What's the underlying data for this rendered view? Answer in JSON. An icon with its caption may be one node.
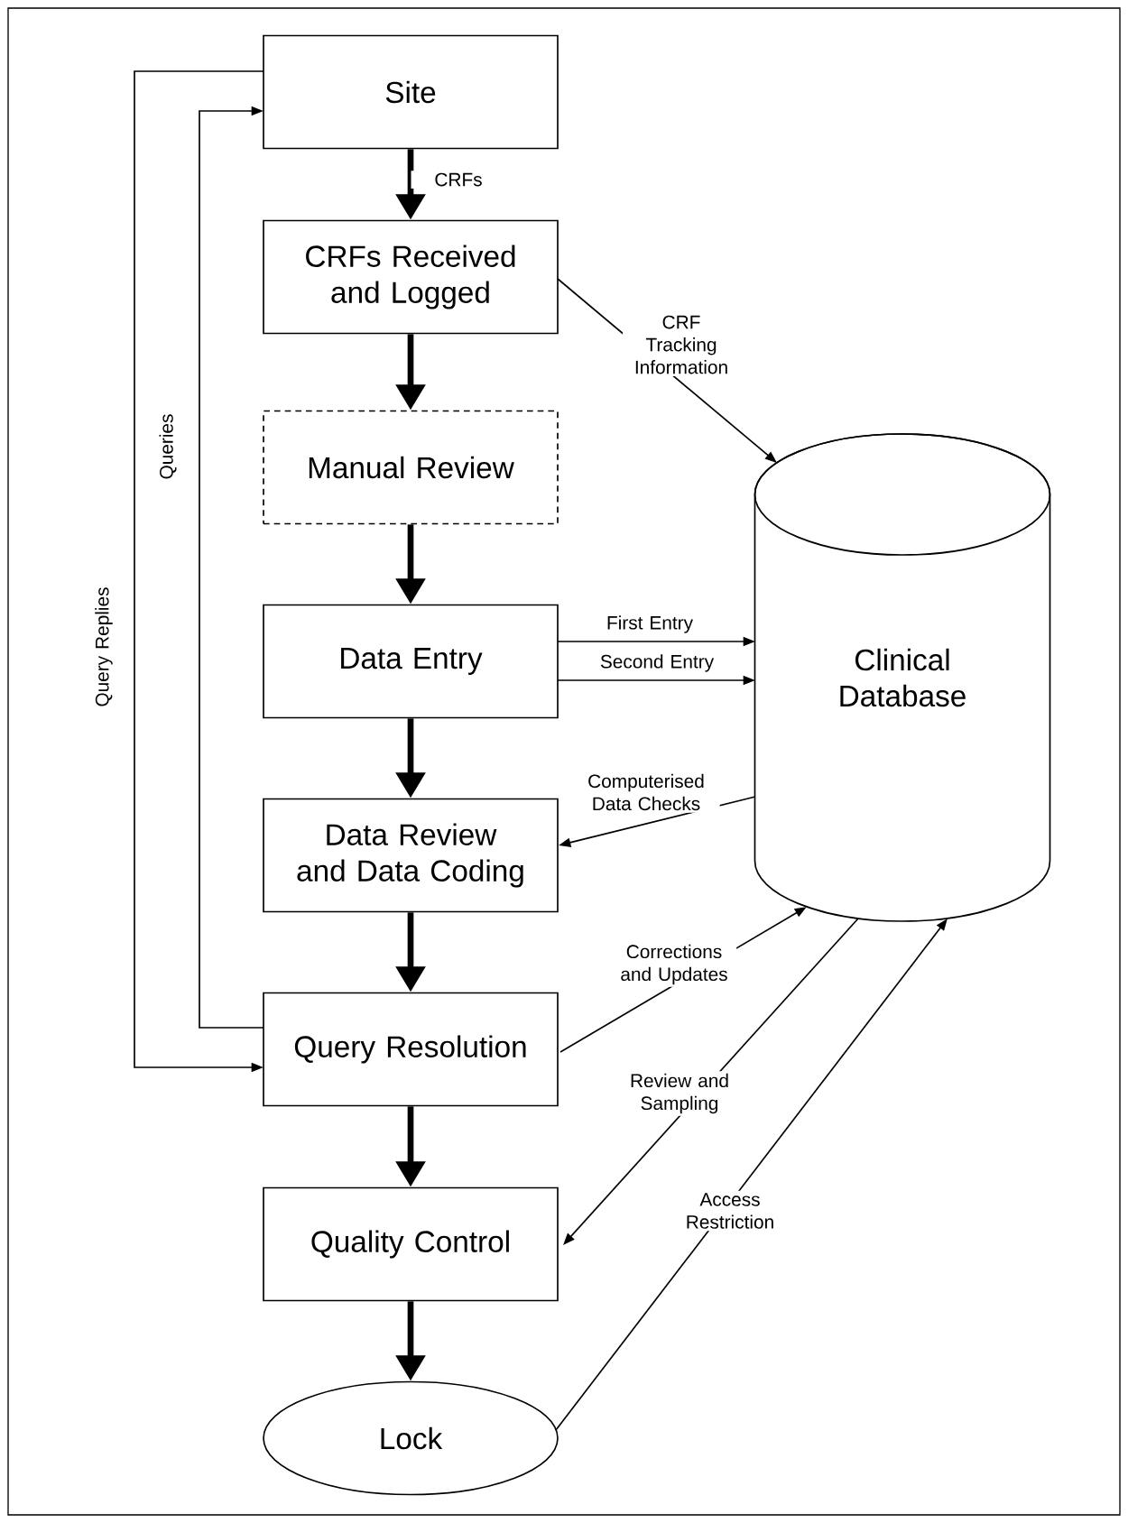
{
  "diagram": {
    "nodes": [
      {
        "text": [
          "Site"
        ]
      },
      {
        "text": [
          "CRFs Received and Logged"
        ]
      },
      {
        "text": [
          "Manual Review"
        ]
      },
      {
        "text": [
          "Data Entry"
        ]
      },
      {
        "text": [
          "Data Review and Data Coding"
        ]
      },
      {
        "text": [
          "Query Resolution"
        ]
      },
      {
        "text": [
          "Quality Control"
        ]
      },
      {
        "text": [
          "Lock"
        ]
      },
      {
        "text": [
          "Clinical Database"
        ]
      }
    ],
    "edges": [
      {
        "from": 0,
        "to": 1,
        "arrow": "to",
        "style": "thick",
        "label": "CRFs"
      },
      {
        "from": 1,
        "to": 2,
        "arrow": "to",
        "style": "thick"
      },
      {
        "from": 2,
        "to": 3,
        "arrow": "to",
        "style": "thick"
      },
      {
        "from": 3,
        "to": 4,
        "arrow": "to",
        "style": "thick"
      },
      {
        "from": 4,
        "to": 5,
        "arrow": "to",
        "style": "thick"
      },
      {
        "from": 5,
        "to": 6,
        "arrow": "to",
        "style": "thick"
      },
      {
        "from": 6,
        "to": 7,
        "arrow": "to",
        "style": "thick"
      },
      {
        "from": 1,
        "to": 8,
        "arrow": "to",
        "label": "CRF Tracking Information"
      },
      {
        "from": 3,
        "to": 8,
        "arrow": "to",
        "label": "First Entry"
      },
      {
        "from": 3,
        "to": 8,
        "arrow": "to",
        "label": "Second Entry"
      },
      {
        "from": 8,
        "to": 4,
        "arrow": "to",
        "label": "Computerised Data Checks"
      },
      {
        "from": 5,
        "to": 8,
        "arrow": "to",
        "label": "Corrections and Updates"
      },
      {
        "from": 8,
        "to": 6,
        "arrow": "to",
        "label": "Review and Sampling"
      },
      {
        "from": 7,
        "to": 8,
        "arrow": "to",
        "label": "Access Restriction"
      },
      {
        "from": 5,
        "to": 0,
        "arrow": "to",
        "label": "Queries"
      },
      {
        "from": 0,
        "to": 5,
        "arrow": "to",
        "label": "Query Replies"
      }
    ]
  }
}
